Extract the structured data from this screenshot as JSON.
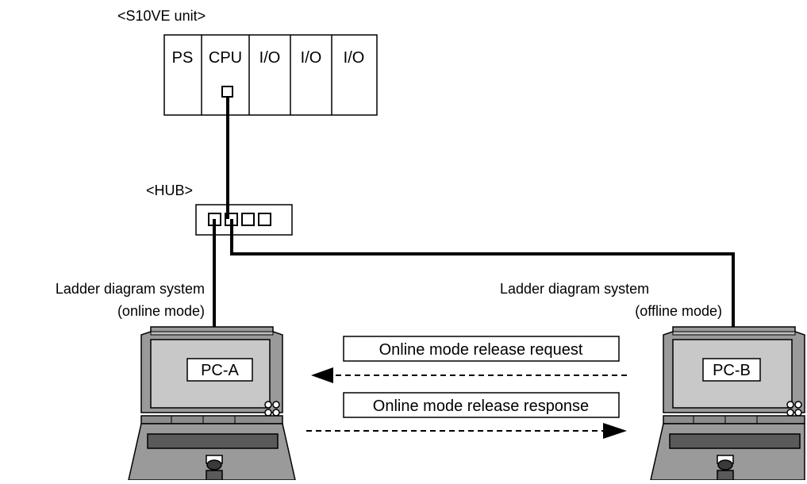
{
  "unit": {
    "title": "<S10VE unit>",
    "slots": [
      "PS",
      "CPU",
      "I/O",
      "I/O",
      "I/O"
    ]
  },
  "hub": {
    "title": "<HUB>"
  },
  "pc_a": {
    "name": "PC-A",
    "system_line1": "Ladder diagram system",
    "system_line2": "(online mode)"
  },
  "pc_b": {
    "name": "PC-B",
    "system_line1": "Ladder diagram system",
    "system_line2": "(offline mode)"
  },
  "messages": {
    "request": "Online mode release request",
    "response": "Online mode release response"
  }
}
